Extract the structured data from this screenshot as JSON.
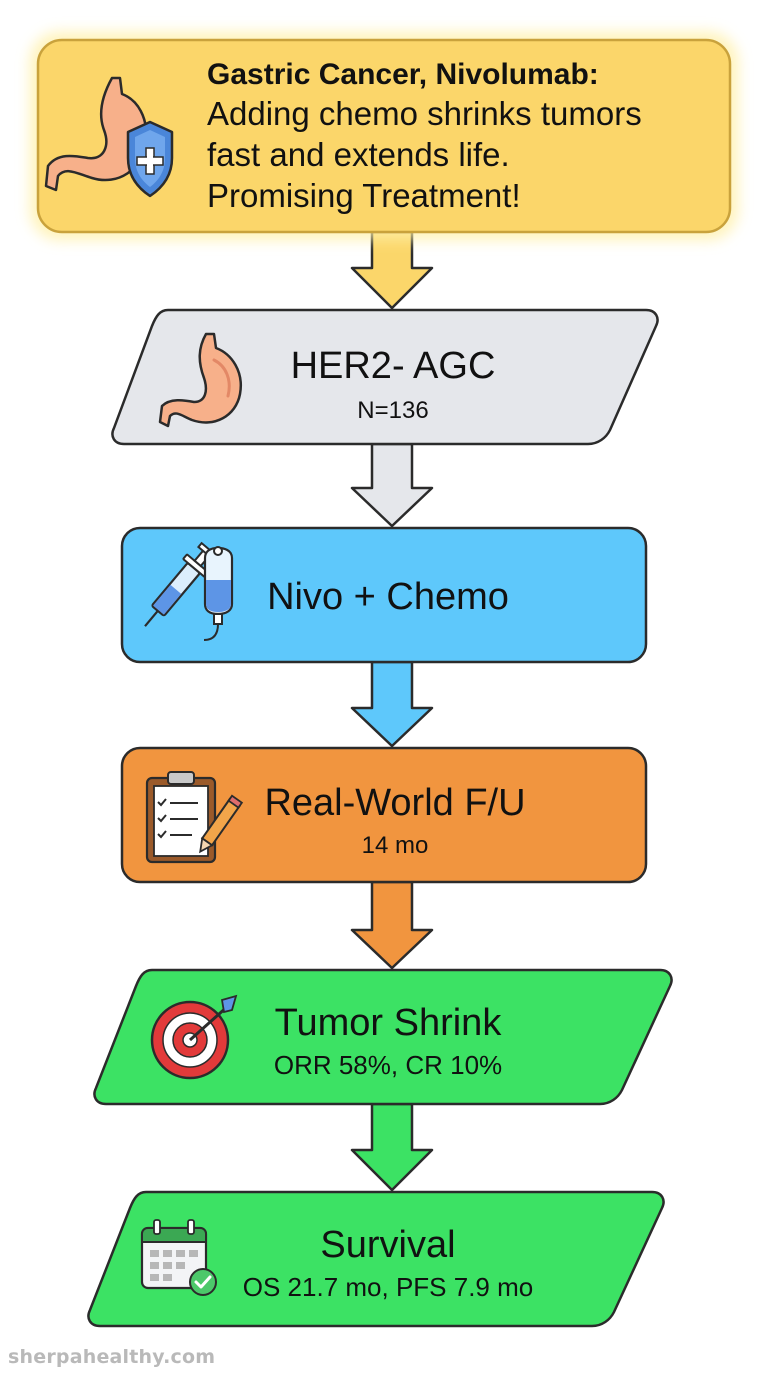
{
  "header": {
    "title": "Gastric Cancer, Nivolumab:",
    "lines": [
      "Adding chemo shrinks tumors",
      "fast and extends life.",
      "Promising Treatment!"
    ]
  },
  "steps": [
    {
      "title": "HER2- AGC",
      "subtitle": "N=136",
      "icon": "stomach-icon",
      "fill": "#e5e7eb",
      "arrow": "#e5e7eb"
    },
    {
      "title": "Nivo + Chemo",
      "subtitle": "",
      "icon": "syringe-iv-bag-icon",
      "fill": "#5ec8fb",
      "arrow": "#5ec8fb"
    },
    {
      "title": "Real-World F/U",
      "subtitle": "14 mo",
      "icon": "clipboard-checklist-icon",
      "fill": "#f1953f",
      "arrow": "#f1953f"
    },
    {
      "title": "Tumor Shrink",
      "subtitle": "ORR 58%, CR 10%",
      "icon": "target-icon",
      "fill": "#3ce264",
      "arrow": "#3ce264"
    },
    {
      "title": "Survival",
      "subtitle": "OS 21.7 mo, PFS 7.9 mo",
      "icon": "calendar-check-icon",
      "fill": "#3ce264"
    }
  ],
  "colors": {
    "header_fill": "#fbd66a",
    "header_glow": "#fff0a8",
    "stroke": "#2b2b2b",
    "header_arrow": "#fbd66a"
  },
  "watermark": "sherpahealthy.com"
}
